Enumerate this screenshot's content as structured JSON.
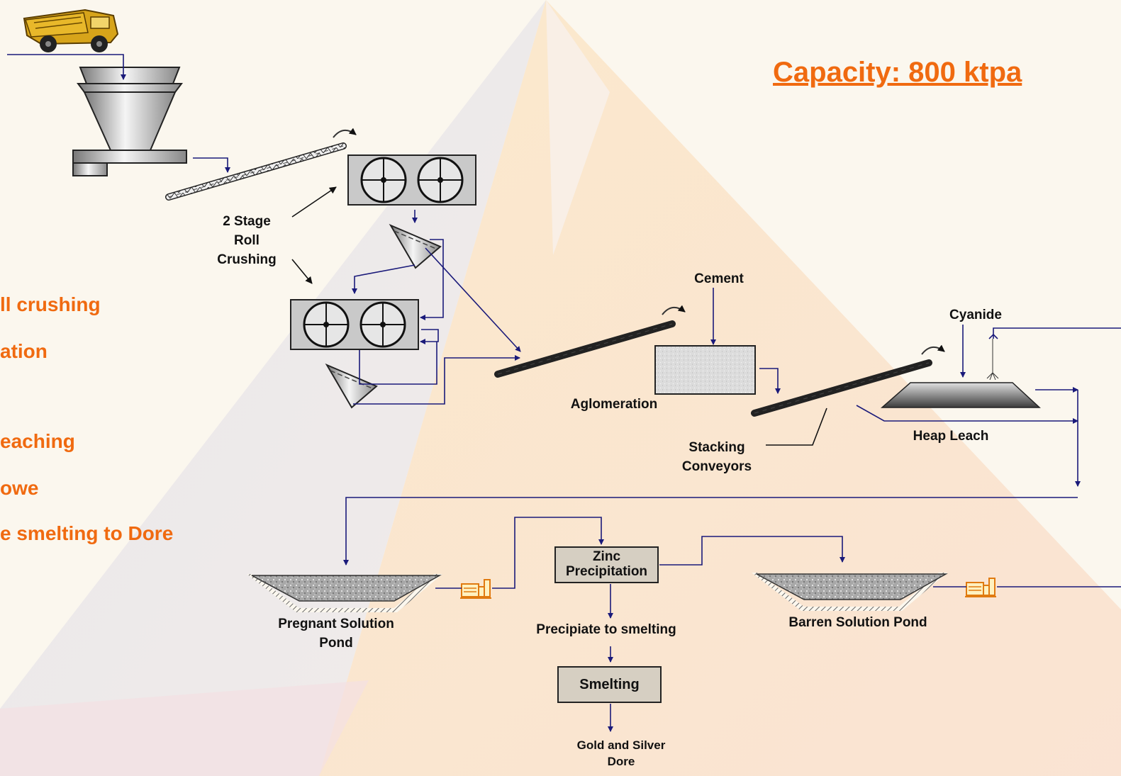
{
  "capacity": "Capacity: 800 ktpa",
  "bullets": [
    "ll crushing",
    "ation",
    "eaching",
    "owe",
    "e smelting to Dore"
  ],
  "labels": {
    "roll_crushing": [
      "2 Stage",
      "Roll",
      "Crushing"
    ],
    "cement": "Cement",
    "cyanide": "Cyanide",
    "aglomeration": "Aglomeration",
    "stacking": [
      "Stacking",
      "Conveyors"
    ],
    "heap_leach": "Heap Leach",
    "zinc": [
      "Zinc",
      "Precipitation"
    ],
    "pregnant": [
      "Pregnant Solution",
      "Pond"
    ],
    "barren": "Barren Solution Pond",
    "precipitate": "Precipiate to smelting",
    "smelting": "Smelting",
    "dore": [
      "Gold and Silver",
      "Dore"
    ]
  },
  "colors": {
    "accent_orange": "#f06a10",
    "flow_line": "#1a1a7a",
    "equipment_gray": "#c8c8c8",
    "box_fill": "#d6cfc2"
  },
  "icons": [
    "dump-truck-icon",
    "hopper-icon",
    "conveyor-icon",
    "roll-crusher-icon",
    "screen-icon",
    "agglomeration-drum-icon",
    "heap-leach-pad-icon",
    "pond-icon",
    "pump-icon",
    "rotation-arrow-icon"
  ]
}
